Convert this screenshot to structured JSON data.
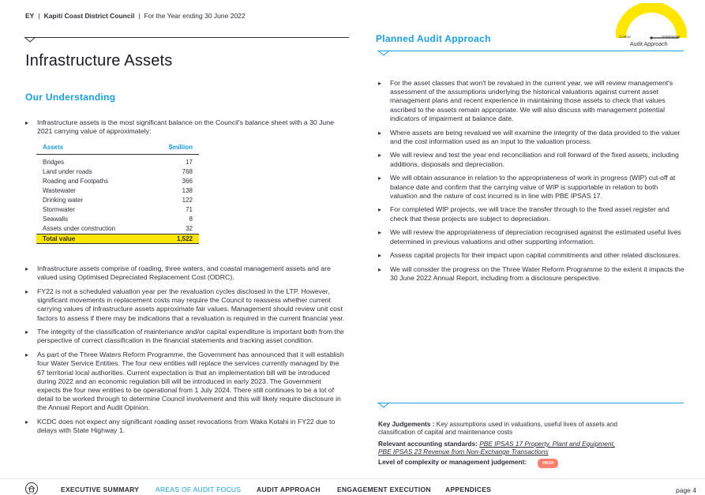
{
  "header": {
    "brand": "EY",
    "client": "Kapiti Coast District Council",
    "period": "For the Year ending 30 June 2022"
  },
  "page_title": "Infrastructure Assets",
  "left": {
    "section_title": "Our Understanding",
    "intro_bullet": "Infrastructure assets is the most significant balance on the Council's balance sheet with a 30 June 2021 carrying value of approximately:",
    "table": {
      "col_asset": "Assets",
      "col_value": "$million",
      "rows": [
        {
          "asset": "Bridges",
          "value": "17"
        },
        {
          "asset": "Land under roads",
          "value": "768"
        },
        {
          "asset": "Roading and Footpaths",
          "value": "366"
        },
        {
          "asset": "Wastewater",
          "value": "138"
        },
        {
          "asset": "Drinking water",
          "value": "122"
        },
        {
          "asset": "Stormwater",
          "value": "71"
        },
        {
          "asset": "Seawalls",
          "value": "8"
        },
        {
          "asset": "Assets under construction",
          "value": "32"
        }
      ],
      "total_label": "Total value",
      "total_value": "1,522"
    },
    "bullets": [
      "Infrastructure assets comprise of roading, three waters, and coastal management assets and are valued using Optimised Depreciated Replacement Cost (ODRC).",
      "FY22 is not a scheduled valuation year per the revaluation cycles disclosed in the LTP. However, significant movements in replacement costs may require the Council to reassess whether current carrying values of infrastructure assets approximate fair values. Management should review unit cost factors to assess if there may be indications that a revaluation is required in the current financial year.",
      "The integrity of the classification of maintenance and/or capital expenditure is important both from the perspective of correct classification in the financial statements and tracking asset condition.",
      "As part of the Three Waters Reform Programme, the Government has announced that it will establish four Water Service Entities. The four new entities will replace the services currently managed by the 67 territorial local authorities. Current expectation is that an implementation bill will be introduced during 2022 and an economic regulation bill will be introduced in early 2023. The Government expects the four new entities to be operational from 1 July 2024. There still continues to be a lot of detail to be worked through to determine Council involvement and this will likely require disclosure in the Annual Report and Audit Opinion.",
      "KCDC does not expect any significant roading asset revocations from Waka Kotahi in FY22 due to delays with State Highway 1."
    ]
  },
  "right": {
    "section_title": "Planned Audit Approach",
    "gauge": {
      "left_label": "Control",
      "right_label": "Substantive",
      "caption": "Audit Approach"
    },
    "bullets": [
      "For the asset classes that won't be revalued in the current year, we will review management's assessment of the assumptions underlying the historical valuations against current asset management plans and recent experience in maintaining those assets to check that values ascribed to the assets remain appropriate. We will also discuss with management potential indicators of impairment at balance date.",
      "Where assets are being revalued we will examine the integrity of the data provided to the valuer and the cost information used as an input to the valuation process.",
      "We will review and test the year end reconciliation and roll forward of the fixed assets, including additions, disposals and depreciation.",
      "We will obtain assurance in relation to the appropriateness of work in progress (WIP) cut-off at balance date and confirm that the carrying value of WIP is supportable in relation to both valuation and the nature of cost incurred is in line with PBE IPSAS 17.",
      "For completed WIP projects, we will trace the transfer through to the fixed asset register and check that these projects are subject to depreciation.",
      "We will review the appropriateness of depreciation recognised against the estimated useful lives determined in previous valuations and other supporting information.",
      "Assess capital projects for their impact upon capital commitments and other related disclosures.",
      "We will consider the progress on the Three Water Reform Programme to the extent it impacts the 30 June 2022 Annual Report, including from a disclosure perspective."
    ],
    "key_judgements_label": "Key Judgements :",
    "key_judgements_text": "Key assumptions used in valuations, useful lives of assets and classification of capital and maintenance costs",
    "standards_label": "Relevant accounting standards:",
    "standard_1": "PBE IPSAS 17 Property, Plant and Equipment,",
    "standard_2": "PBE IPSAS 23 Revenue from Non-Exchange Transactions",
    "complexity_label": "Level of complexity or management judgement:",
    "complexity_value": "HIGH"
  },
  "footer": {
    "nav": [
      "EXECUTIVE SUMMARY",
      "AREAS OF AUDIT FOCUS",
      "AUDIT APPROACH",
      "ENGAGEMENT EXECUTION",
      "APPENDICES"
    ],
    "page_label": "page 4"
  },
  "colors": {
    "accent": "#1a9fd9",
    "highlight": "#ffe600",
    "badge": "#ff7f6e",
    "text": "#2e2e38"
  }
}
